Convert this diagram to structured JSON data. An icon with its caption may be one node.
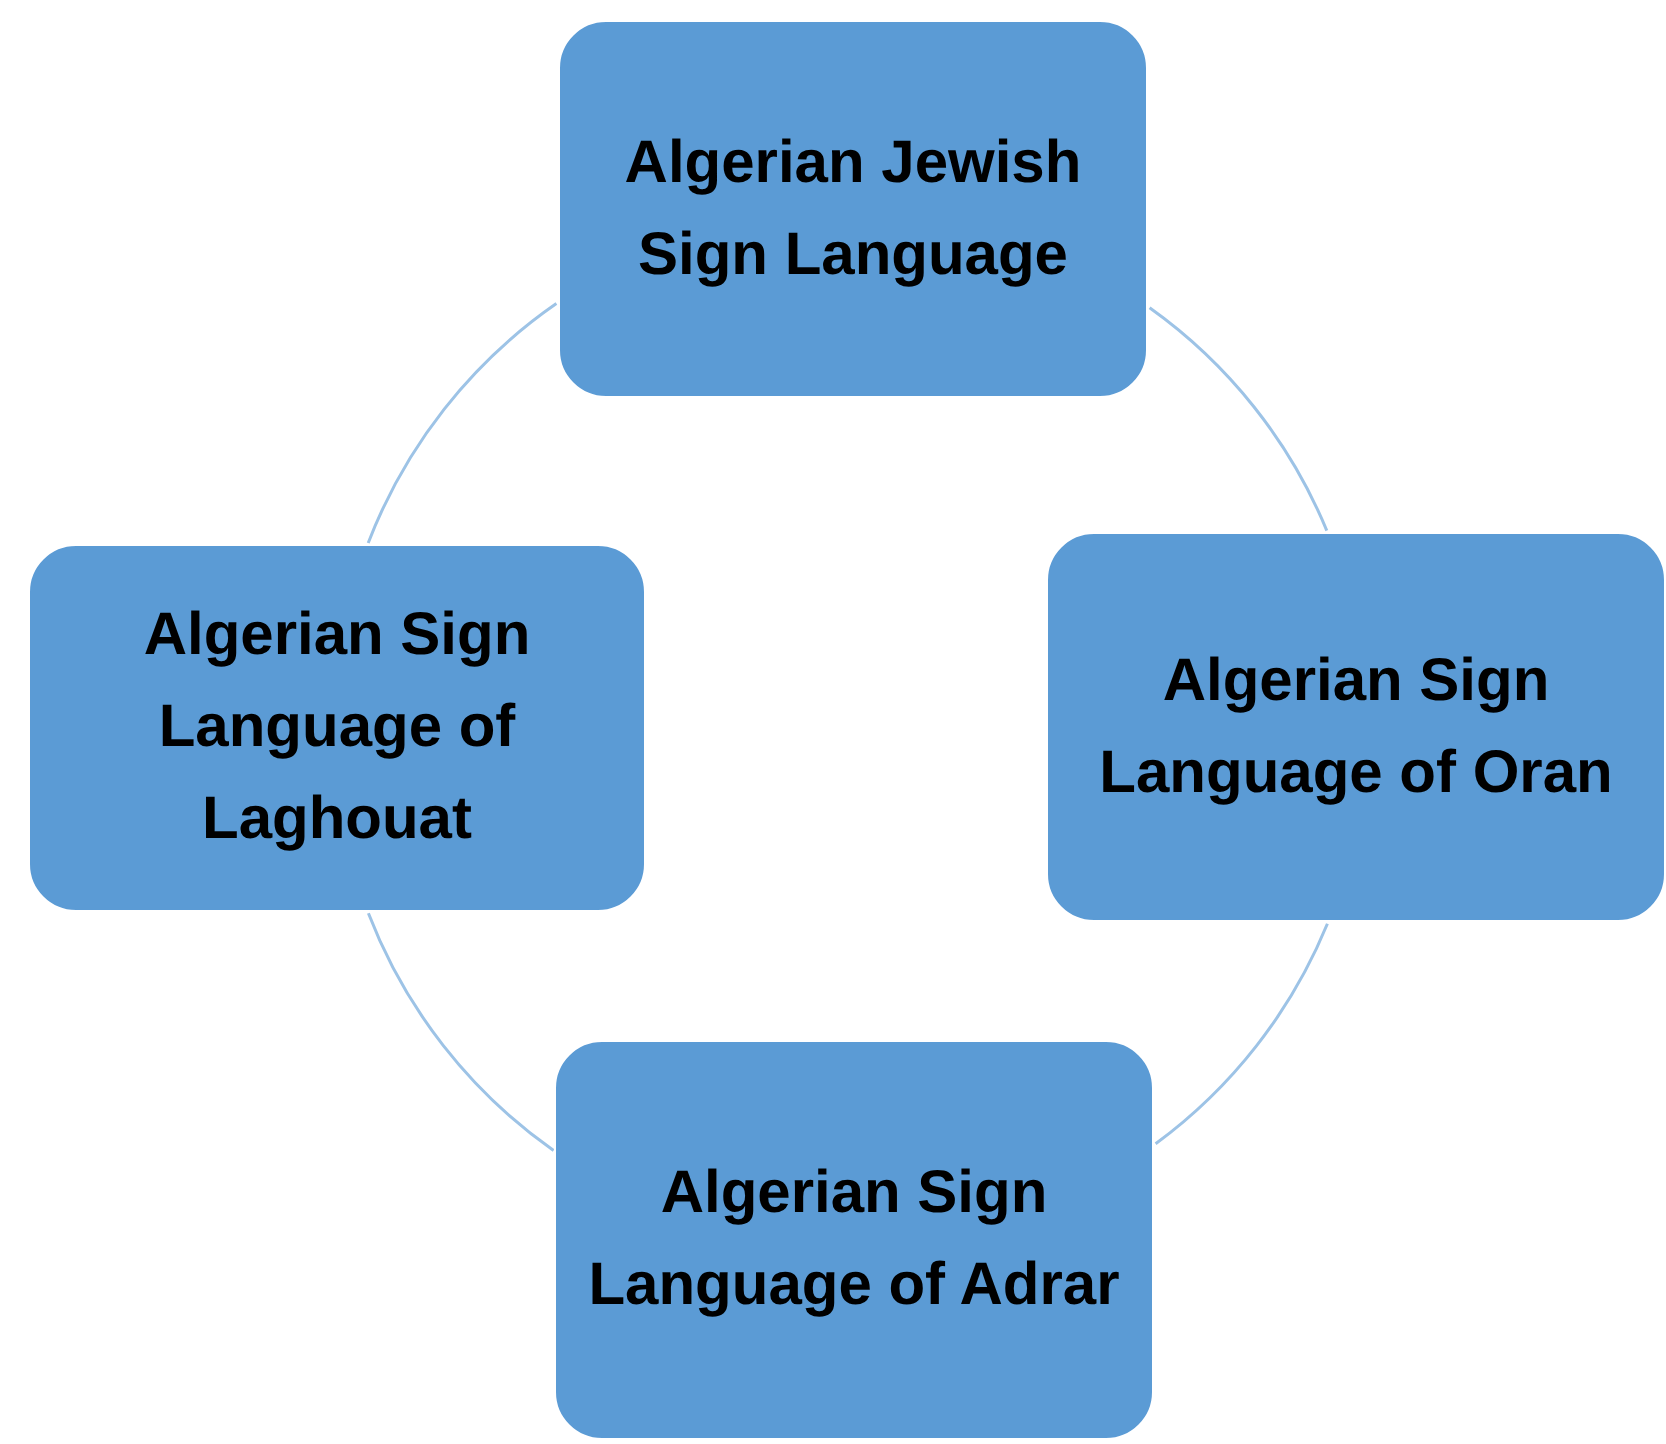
{
  "diagram": {
    "nodes": [
      {
        "text": [
          "Algerian Jewish Sign Language"
        ]
      },
      {
        "text": [
          "Algerian Sign Language of Laghouat"
        ]
      },
      {
        "text": [
          "Algerian Sign Language of Oran"
        ]
      },
      {
        "text": [
          "Algerian Sign Language of Adrar"
        ]
      }
    ],
    "edges": [
      {
        "from": 0,
        "to": 2,
        "arrow": "none"
      },
      {
        "from": 2,
        "to": 3,
        "arrow": "none"
      },
      {
        "from": 3,
        "to": 1,
        "arrow": "none"
      },
      {
        "from": 1,
        "to": 0,
        "arrow": "none"
      }
    ]
  }
}
